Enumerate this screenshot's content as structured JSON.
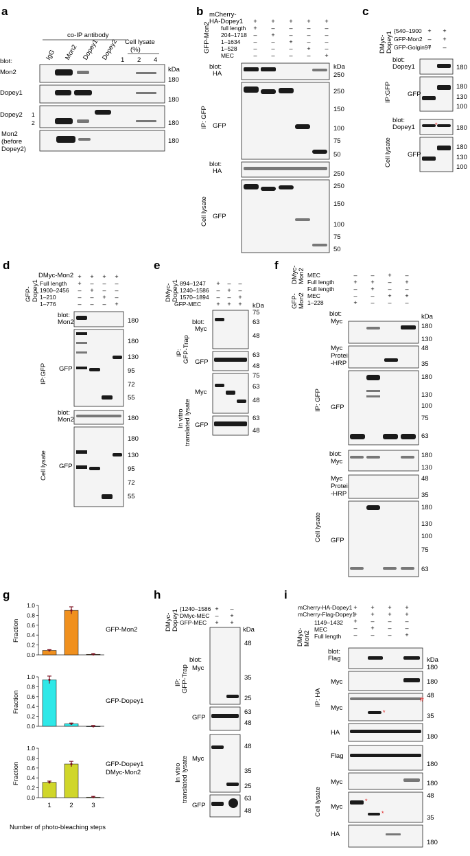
{
  "panels": {
    "a": {
      "letter": "a",
      "coip_label": "co-IP antibody",
      "blot_label": "blot:",
      "lanes": [
        "IgG",
        "Mon2",
        "Dopey1",
        "Dopey2"
      ],
      "lysate_label": "Cell lysate",
      "lysate_unit": "(%)",
      "lysate_lanes": [
        "1",
        "2",
        "4"
      ],
      "kda": "kDa",
      "rows": [
        {
          "label": "Mon2",
          "mw": "180"
        },
        {
          "label": "Dopey1",
          "mw": "180"
        },
        {
          "label": "Dopey2",
          "mw": "180",
          "sub1": "1",
          "sub2": "2"
        },
        {
          "label_lines": [
            "Mon2",
            "(before",
            "Dopey2)"
          ],
          "mw": "180"
        }
      ]
    },
    "b": {
      "letter": "b",
      "header1": "mCherry-",
      "header2": "HA-Dopey1",
      "side_label": "GFP-Mon2",
      "conditions": [
        "full length",
        "204–1718",
        "1–1634",
        "1–528",
        "MEC"
      ],
      "signs": [
        [
          "+",
          "+",
          "+",
          "+",
          "+"
        ],
        [
          "+",
          "–",
          "–",
          "–",
          "–"
        ],
        [
          "–",
          "+",
          "–",
          "–",
          "–"
        ],
        [
          "–",
          "–",
          "+",
          "–",
          "–"
        ],
        [
          "–",
          "–",
          "–",
          "+",
          "–"
        ],
        [
          "–",
          "–",
          "–",
          "–",
          "+"
        ]
      ],
      "blot": "blot:",
      "ha": "HA",
      "gfp": "GFP",
      "ip": "IP: GFP",
      "lysate": "Cell lysate",
      "kda": "kDa",
      "ip_markers": [
        "250",
        "250",
        "150",
        "100",
        "75",
        "50"
      ],
      "ly_markers": [
        "250",
        "250",
        "150",
        "100",
        "75",
        "50"
      ]
    },
    "c": {
      "letter": "c",
      "dmyc": "DMyc-",
      "dopey": "Dopey1",
      "range": "{540–1900",
      "rows": [
        "GFP-Mon2",
        "GFP-Golgin97"
      ],
      "signs": [
        [
          "+",
          "+"
        ],
        [
          "–",
          "+"
        ],
        [
          "+",
          "–"
        ]
      ],
      "blot": "blot:",
      "dopey1": "Dopey1",
      "gfp": "GFP",
      "ip": "IP:GFP",
      "lysate": "Cell lysate",
      "markers_top": [
        "180",
        "180",
        "130",
        "100"
      ],
      "markers_bot": [
        "180",
        "180",
        "130",
        "100"
      ]
    },
    "d": {
      "letter": "d",
      "head": "DMyc-Mon2",
      "side1": "GFP-",
      "side2": "Dopey1",
      "conditions": [
        "Full length",
        "1900–2456",
        "1–210",
        "1–776"
      ],
      "signs": [
        [
          "+",
          "+",
          "+",
          "+"
        ],
        [
          "+",
          "–",
          "–",
          "–"
        ],
        [
          "–",
          "+",
          "–",
          "–"
        ],
        [
          "–",
          "–",
          "+",
          "–"
        ],
        [
          "–",
          "–",
          "–",
          "+"
        ]
      ],
      "blot": "blot:",
      "mon2": "Mon2",
      "gfp": "GFP",
      "ip": "IP:GFP",
      "lysate": "Cell lysate",
      "markers": [
        "180",
        "180",
        "130",
        "95",
        "72",
        "55",
        "180",
        "180",
        "130",
        "95",
        "72",
        "55"
      ]
    },
    "e": {
      "letter": "e",
      "side1": "DMyc-",
      "side2": "Dopey1",
      "conditions": [
        "894–1247",
        "1240–1586",
        "1570–1894",
        "GFP-MEC"
      ],
      "signs": [
        [
          "+",
          "–",
          "–"
        ],
        [
          "–",
          "+",
          "–"
        ],
        [
          "–",
          "–",
          "+"
        ],
        [
          "+",
          "+",
          "+"
        ]
      ],
      "kda": "kDa",
      "blot": "blot:",
      "myc": "Myc",
      "gfp": "GFP",
      "ip1": "IP:",
      "ip2": "GFP-Trap",
      "lys1": "In vitro",
      "lys2": "translated lysate",
      "markers": [
        "75",
        "63",
        "48",
        "63",
        "48",
        "75",
        "63",
        "48",
        "63",
        "48"
      ]
    },
    "f": {
      "letter": "f",
      "side1": "GFP-",
      "side2": "Mon2",
      "side3": "DMyc-",
      "side4": "Mon2",
      "conditions": [
        "MEC",
        "Full length",
        "Full length",
        "MEC",
        "1–228"
      ],
      "signs": [
        [
          "–",
          "–",
          "+",
          "–"
        ],
        [
          "+",
          "+",
          "–",
          "+"
        ],
        [
          "–",
          "+",
          "–",
          "–"
        ],
        [
          "–",
          "–",
          "+",
          "+"
        ],
        [
          "+",
          "–",
          "–",
          "–"
        ]
      ],
      "kda": "kDa",
      "blot": "blot:",
      "myc": "Myc",
      "myc2": "Myc",
      "prot1": "ProteinA",
      "prot2": "-HRP",
      "gfp": "GFP",
      "ip": "IP: GFP",
      "lysate": "Cell lysate",
      "markers_ip": [
        "180",
        "130",
        "48",
        "35",
        "180",
        "130",
        "100",
        "75",
        "63"
      ],
      "markers_ly": [
        "180",
        "130",
        "48",
        "35",
        "180",
        "130",
        "100",
        "75",
        "63"
      ]
    },
    "g": {
      "letter": "g",
      "ylabel": "Fraction",
      "xlabel": "Number of photo-bleaching steps"
    },
    "h": {
      "letter": "h",
      "side1": "DMyc-",
      "side2": "Dopey1",
      "range": "{1240–1586",
      "rows": [
        "DMyc-MEC",
        "GFP-MEC"
      ],
      "signs": [
        [
          "+",
          "–"
        ],
        [
          "–",
          "+"
        ],
        [
          "+",
          "+"
        ]
      ],
      "kda": "kDa",
      "blot": "blot:",
      "myc": "Myc",
      "gfp": "GFP",
      "ip1": "IP:",
      "ip2": "GFP-Trap",
      "lys1": "In vitro",
      "lys2": "translated lysate",
      "markers": [
        "48",
        "35",
        "25",
        "63",
        "48",
        "48",
        "35",
        "25",
        "63",
        "48"
      ]
    },
    "i": {
      "letter": "i",
      "h1": "mCherry-HA-Dopey1",
      "h2": "mCherry-Flag-Dopey1",
      "side1": "DMyc-",
      "side2": "Mon2",
      "conditions": [
        "1149–1432",
        "MEC",
        "Full length"
      ],
      "signs": [
        [
          "+",
          "+",
          "+",
          "+"
        ],
        [
          "+",
          "+",
          "+",
          "+"
        ],
        [
          "+",
          "–",
          "–",
          "–"
        ],
        [
          "–",
          "+",
          "–",
          "–"
        ],
        [
          "–",
          "–",
          "–",
          "+"
        ]
      ],
      "kda": "kDa",
      "blot": "blot:",
      "flag": "Flag",
      "myc": "Myc",
      "ha": "HA",
      "ip": "IP: HA",
      "lysate": "Cell lysate",
      "markers": [
        "180",
        "180",
        "48",
        "35",
        "180",
        "180",
        "180",
        "48",
        "35",
        "180"
      ]
    }
  },
  "chart_data": [
    {
      "type": "bar",
      "categories": [
        "1",
        "2",
        "3"
      ],
      "values": [
        0.09,
        0.9,
        0.01
      ],
      "label": "GFP-Mon2",
      "color": "#f0901e",
      "ylim": [
        0,
        1.0
      ],
      "yticks": [
        "1.0",
        "0.8",
        "0.6",
        "0.4",
        "0.2",
        "0.0"
      ]
    },
    {
      "type": "bar",
      "categories": [
        "1",
        "2",
        "3"
      ],
      "values": [
        0.94,
        0.05,
        0.0
      ],
      "label": "GFP-Dopey1",
      "color": "#2ee8e8",
      "ylim": [
        0,
        1.0
      ],
      "yticks": [
        "1.0",
        "0.8",
        "0.6",
        "0.4",
        "0.2",
        "0.0"
      ]
    },
    {
      "type": "bar",
      "categories": [
        "1",
        "2",
        "3"
      ],
      "values": [
        0.31,
        0.68,
        0.01
      ],
      "label": "GFP-Dopey1 DMyc-Mon2",
      "label2": "DMyc-Mon2",
      "color": "#d0d62a",
      "ylim": [
        0,
        1.0
      ],
      "yticks": [
        "1.0",
        "0.8",
        "0.6",
        "0.4",
        "0.2",
        "0.0"
      ]
    }
  ]
}
